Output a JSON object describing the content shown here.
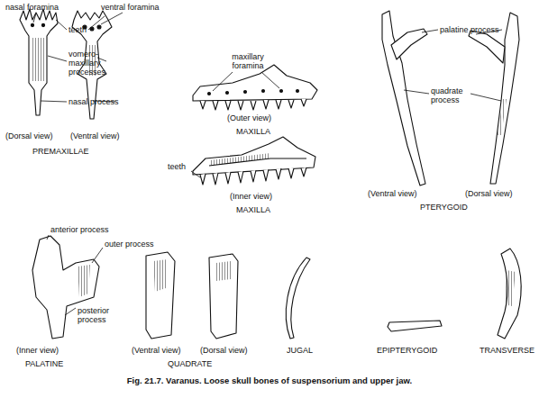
{
  "diagram": {
    "caption": "Fig. 21.7. Varanus. Loose skull bones of suspensorium and upper jaw.",
    "labels": [
      "nasal foramina",
      "ventral foramina",
      "teeth",
      "vomero-maxillary processes",
      "nasal process",
      "(Dorsal view)",
      "(Ventral view)",
      "PREMAXILLAE",
      "maxillary foramina",
      "(Outer view)",
      "MAXILLA",
      "teeth",
      "(Inner view)",
      "MAXILLA",
      "palatine process",
      "quadrate process",
      "(Ventral view)",
      "(Dorsal view)",
      "PTERYGOID",
      "anterior process",
      "outer process",
      "posterior process",
      "(Inner view)",
      "PALATINE",
      "(Ventral view)",
      "(Dorsal view)",
      "QUADRATE",
      "JUGAL",
      "EPIPTERYGOID",
      "TRANSVERSE"
    ]
  }
}
